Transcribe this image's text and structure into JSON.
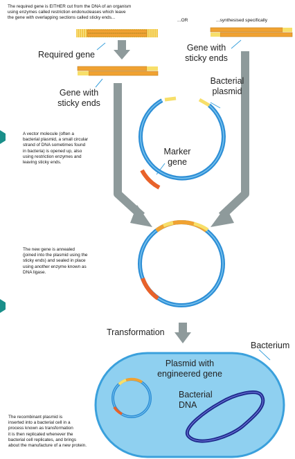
{
  "notes": {
    "top": "The required gene is EITHER cut from the DNA of an organism\nusing enzymes called restriction endonucleases which leave\nthe gene with overlapping sections called sticky ends...",
    "or": "...OR",
    "synth": "...synthesised specifically",
    "vector": "A vector molecule (often a\nbacterial plasmid, a small circular\nstrand of DNA sometimes found\nin bacteria) is opened up, also\nusing restriction enzymes and\nleaving sticky ends.",
    "annealed": "The new gene is annealed\n(joined into the plasmid using the\nsticky ends) and sealed in place\nusing another enzyme known as\nDNA ligase.",
    "recombinant": "The recombinant plasmid is\ninserted into a bacterial cell in a\nprocess known as transformation\nit is then replicated whenever the\nbacterial cell replicates, and brings\nabout the manufacture of a new protein."
  },
  "labels": {
    "required_gene": "Required gene",
    "gene_sticky_left": "Gene with\nsticky ends",
    "gene_sticky_right": "Gene with\nsticky ends",
    "bacterial_plasmid": "Bacterial\nplasmid",
    "marker_gene": "Marker\ngene",
    "transformation": "Transformation",
    "bacterium": "Bacterium",
    "plasmid_engineered": "Plasmid with\nengineered gene",
    "bacterial_dna": "Bacterial\nDNA"
  },
  "colors": {
    "plasmid_blue": "#2e8fd6",
    "plasmid_inner": "#7cc4ee",
    "gene_orange": "#f0a232",
    "sticky_yellow": "#f7df6a",
    "marker_red": "#e8622a",
    "arrow_grey": "#8e9a9b",
    "bacterium_fill": "#8fd0f0",
    "bacterium_edge": "#3aa0dc",
    "dna_navy": "#1f2a8c",
    "bullet_teal": "#1a8f8a"
  }
}
